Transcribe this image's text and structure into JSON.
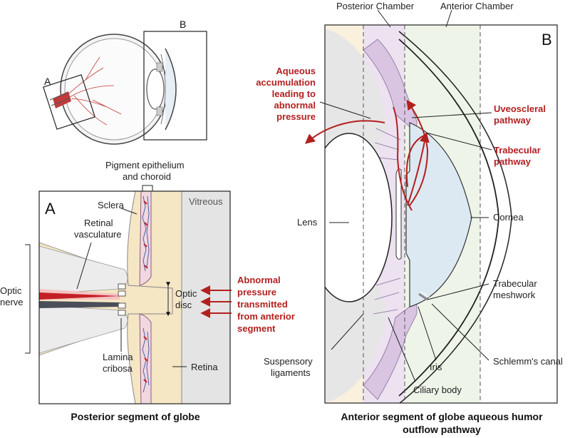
{
  "overview": {
    "label_a": "A",
    "label_b": "B"
  },
  "panel_a": {
    "letter": "A",
    "labels": {
      "pigment_line1": "Pigment epithelium",
      "pigment_line2": "and choroid",
      "vitreous": "Vitreous",
      "sclera": "Sclera",
      "retinal_vasc_line1": "Retinal",
      "retinal_vasc_line2": "vasculature",
      "optic_nerve_line1": "Optic",
      "optic_nerve_line2": "nerve",
      "optic_disc_line1": "Optic",
      "optic_disc_line2": "disc",
      "lamina_line1": "Lamina",
      "lamina_line2": "cribosa",
      "retina": "Retina"
    },
    "pressure_lines": [
      "Abnormal",
      "pressure",
      "transmitted",
      "from anterior",
      "segment"
    ],
    "caption": "Posterior segment of globe"
  },
  "panel_b": {
    "letter": "B",
    "labels": {
      "posterior_chamber": "Posterior Chamber",
      "anterior_chamber": "Anterior Chamber",
      "lens": "Lens",
      "cornea": "Cornea",
      "trabecular_meshwork_line1": "Trabecular",
      "trabecular_meshwork_line2": "meshwork",
      "schlemm": "Schlemm's canal",
      "iris": "Iris",
      "ciliary_body": "Ciliary body",
      "suspensory_line1": "Suspensory",
      "suspensory_line2": "ligaments"
    },
    "aqueous_lines": [
      "Aqueous",
      "accumulation",
      "leading to",
      "abnormal",
      "pressure"
    ],
    "uveoscleral_lines": [
      "Uveoscleral",
      "pathway"
    ],
    "trabecular_lines": [
      "Trabecular",
      "pathway"
    ],
    "caption_line1": "Anterior segment of globe aqueous humor",
    "caption_line2": "outflow pathway"
  },
  "colors": {
    "accent_red": "#b3201f",
    "sclera_tan": "#f5e6c4",
    "vitreous_grey": "#e4e4e4",
    "ciliary_purple": "#e3d5ea",
    "anterior_blue": "#dde9f2"
  }
}
